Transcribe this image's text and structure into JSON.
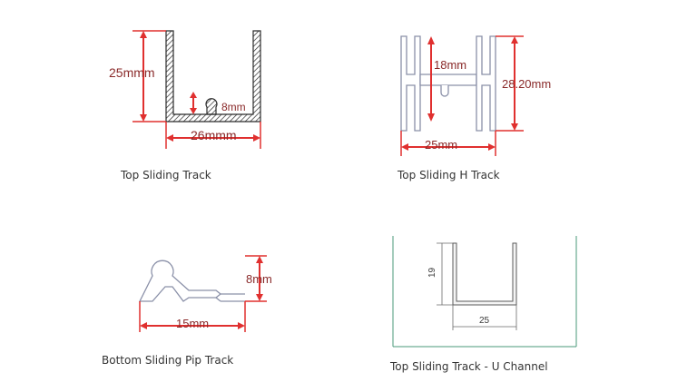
{
  "figures": [
    {
      "caption": "Top Sliding Track",
      "dims": {
        "height": "25mmm",
        "inner": "8mm",
        "width": "26mmm"
      }
    },
    {
      "caption": "Top Sliding H Track",
      "dims": {
        "center": "18mm",
        "height": "28.20mm",
        "width": "25mm"
      }
    },
    {
      "caption": "Bottom Sliding Pip Track",
      "dims": {
        "height": "8mm",
        "width": "15mm"
      }
    },
    {
      "caption": "Top Sliding Track - U Channel",
      "dims": {
        "height": "19",
        "width": "25"
      }
    }
  ],
  "colors": {
    "dimension_red": "#e0302f",
    "profile_outline": "#8a90a8",
    "hatch": "#2b2b2b",
    "channel_frame": "#4a9a7a"
  }
}
